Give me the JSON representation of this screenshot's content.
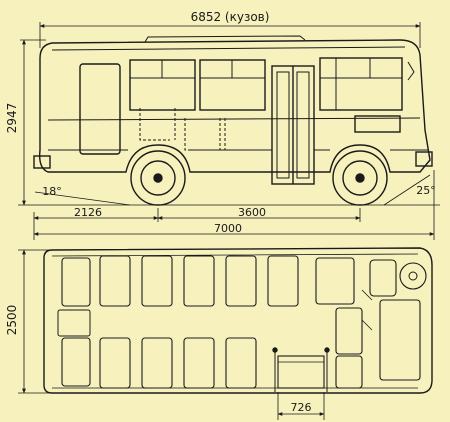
{
  "side_view": {
    "body_length": "6852 (кузов)",
    "height": "2947",
    "front_overhang": "2126",
    "wheelbase": "3600",
    "overall_length": "7000",
    "approach_angle": "18°",
    "departure_angle": "25°"
  },
  "top_view": {
    "width": "2500",
    "door_width": "726"
  },
  "colors": {
    "paper": "#f6f1bd",
    "ink": "#1a1a1a"
  }
}
